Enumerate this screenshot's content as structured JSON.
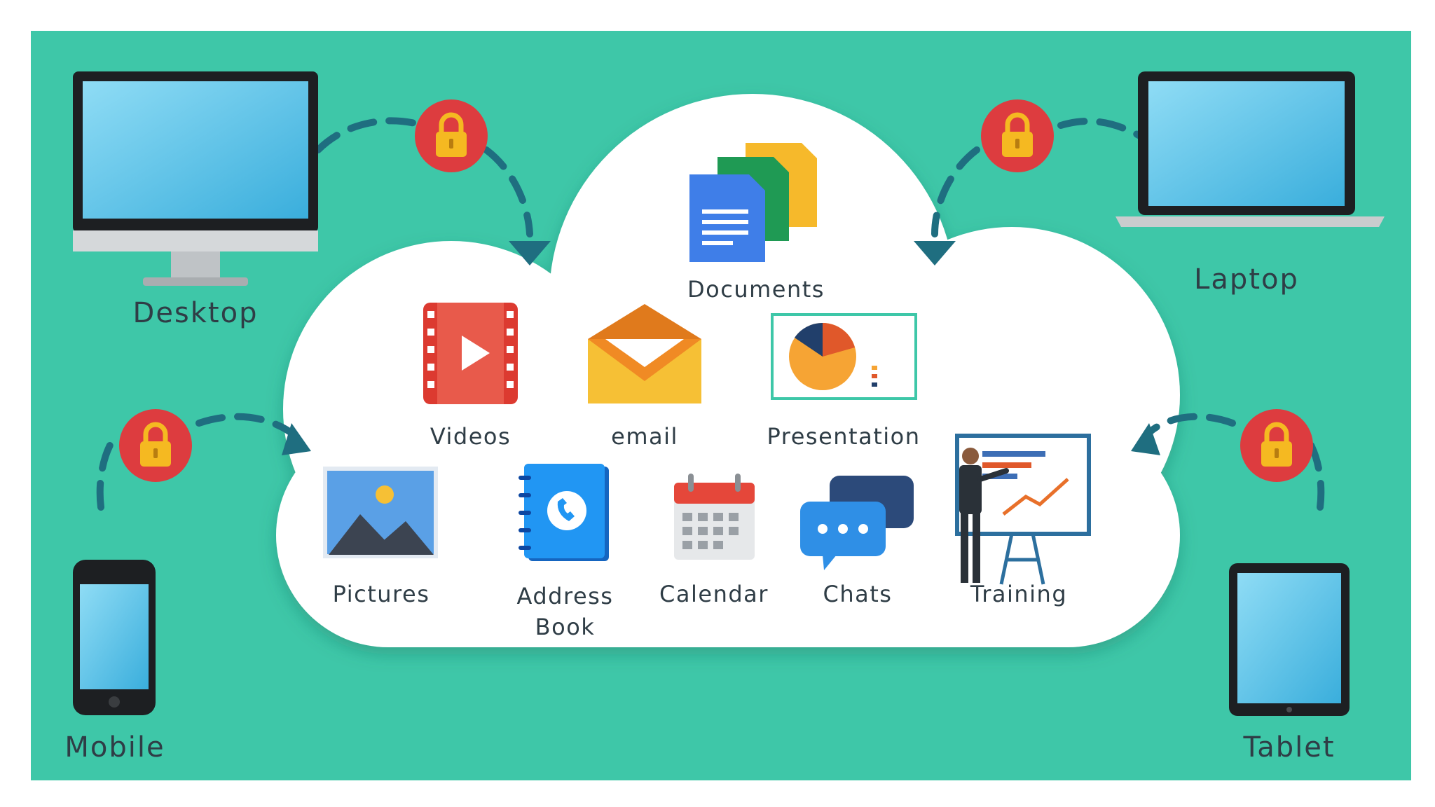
{
  "colors": {
    "background": "#3ec7a8",
    "cloud": "#ffffff",
    "connector": "#1f6e80",
    "lock": "#dd3c3f",
    "lock_body": "#f5b921",
    "label": "#2f3d46"
  },
  "devices": {
    "desktop": {
      "label": "Desktop",
      "icon": "desktop-monitor-icon"
    },
    "laptop": {
      "label": "Laptop",
      "icon": "laptop-icon"
    },
    "mobile": {
      "label": "Mobile",
      "icon": "mobile-phone-icon"
    },
    "tablet": {
      "label": "Tablet",
      "icon": "tablet-icon"
    }
  },
  "cloud_items": {
    "documents": {
      "label": "Documents",
      "icon": "documents-icon"
    },
    "videos": {
      "label": "Videos",
      "icon": "video-film-icon"
    },
    "email": {
      "label": "email",
      "icon": "envelope-icon"
    },
    "presentation": {
      "label": "Presentation",
      "icon": "pie-chart-presentation-icon"
    },
    "pictures": {
      "label": "Pictures",
      "icon": "picture-icon"
    },
    "address_book": {
      "label": "Address\nBook",
      "line1": "Address",
      "line2": "Book",
      "icon": "address-book-icon"
    },
    "calendar": {
      "label": "Calendar",
      "icon": "calendar-icon"
    },
    "chats": {
      "label": "Chats",
      "icon": "chat-bubbles-icon"
    },
    "training": {
      "label": "Training",
      "icon": "training-board-icon"
    }
  },
  "connectors": {
    "icon": "padlock-icon",
    "count": 4
  }
}
